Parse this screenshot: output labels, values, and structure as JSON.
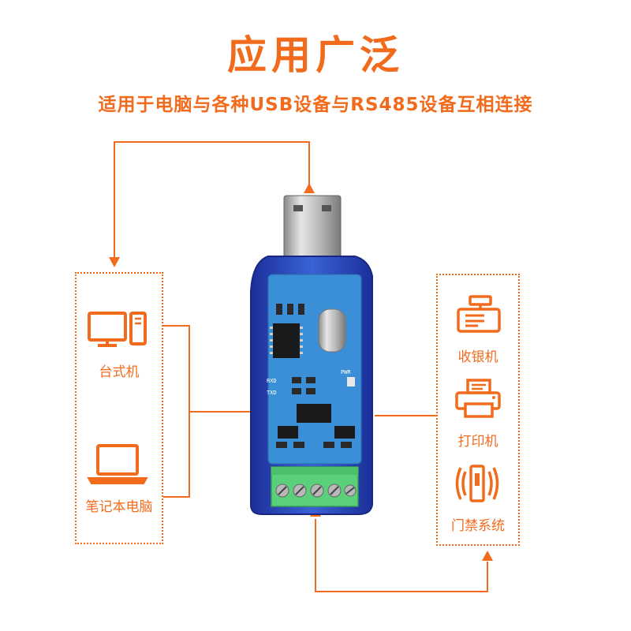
{
  "header": {
    "title": "应用广泛",
    "subtitle": "适用于电脑与各种USB设备与RS485设备互相连接"
  },
  "left_devices": [
    {
      "label": "台式机",
      "icon": "desktop-computer-icon"
    },
    {
      "label": "笔记本电脑",
      "icon": "laptop-icon"
    }
  ],
  "right_devices": [
    {
      "label": "收银机",
      "icon": "cash-register-icon"
    },
    {
      "label": "打印机",
      "icon": "printer-icon"
    },
    {
      "label": "门禁系统",
      "icon": "access-control-icon"
    }
  ],
  "board": {
    "silk_labels": [
      "RXD",
      "TXD",
      "PWR"
    ]
  },
  "colors": {
    "accent": "#f26b1d",
    "pcb": "#3a8fd6",
    "shell": "#1e3ea8",
    "terminal": "#5bd07a"
  }
}
